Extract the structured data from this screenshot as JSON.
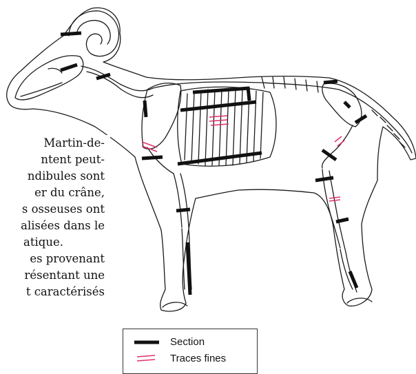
{
  "text_fragments": [
    "Martin-de-",
    "ntent peut-",
    "ndibules sont",
    "er du crâne,",
    "s osseuses ont",
    "alisées dans le",
    "atique.",
    "es provenant",
    "résentant une",
    "t caractérisés"
  ],
  "legend": {
    "section_label": "Section",
    "fine_traces_label": "Traces fines"
  },
  "colors": {
    "outline": "#1a1a1a",
    "section_mark": "#111111",
    "fine_trace_mark": "#e0306a"
  }
}
